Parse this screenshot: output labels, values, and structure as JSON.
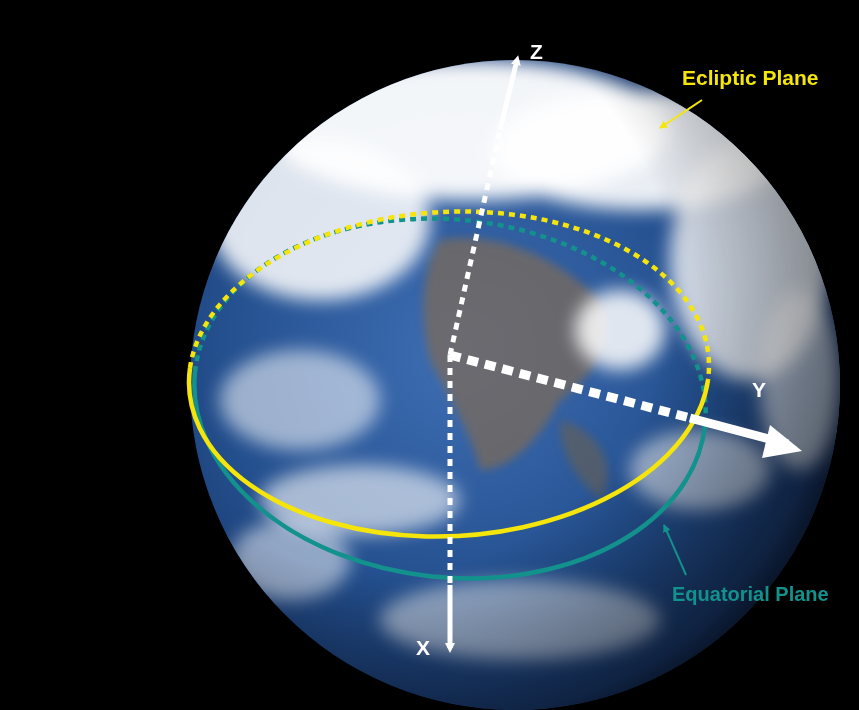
{
  "diagram": {
    "labels": [
      "Z",
      "Y",
      "X",
      "Ecliptic Plane",
      "Equatorial Plane"
    ]
  }
}
